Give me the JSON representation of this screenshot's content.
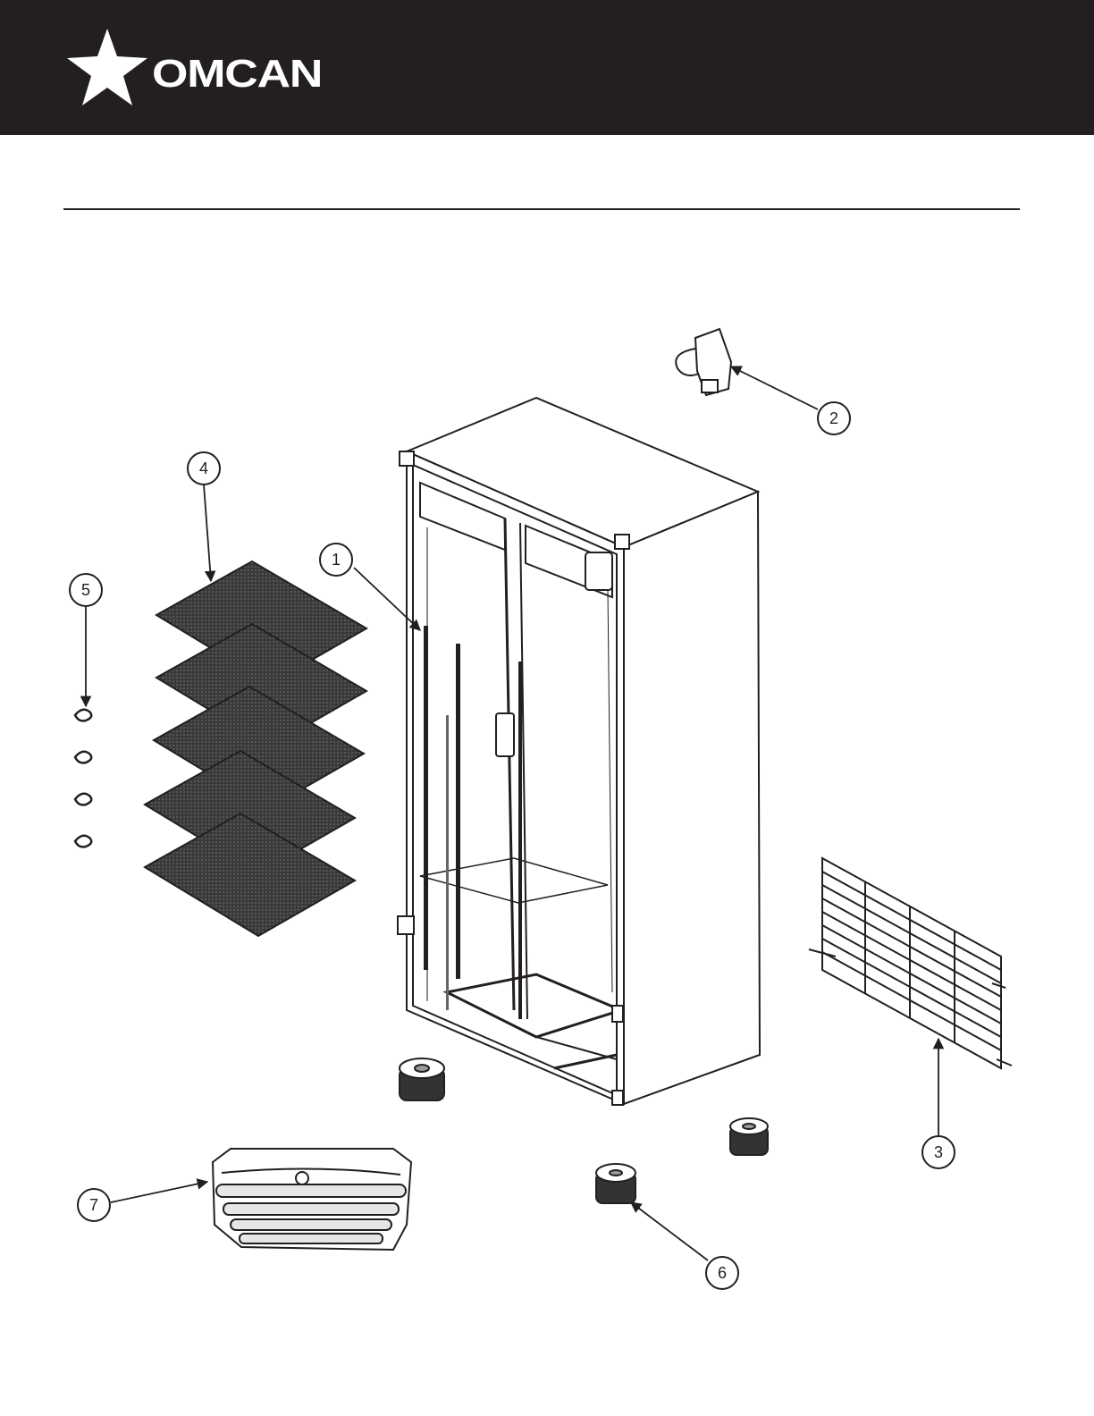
{
  "brand": {
    "name": "OMCAN",
    "logo_icon": "star-icon",
    "header_color": "#231f20"
  },
  "callouts": {
    "c1": "1",
    "c2": "2",
    "c3": "3",
    "c4": "4",
    "c5": "5",
    "c6": "6",
    "c7": "7"
  }
}
